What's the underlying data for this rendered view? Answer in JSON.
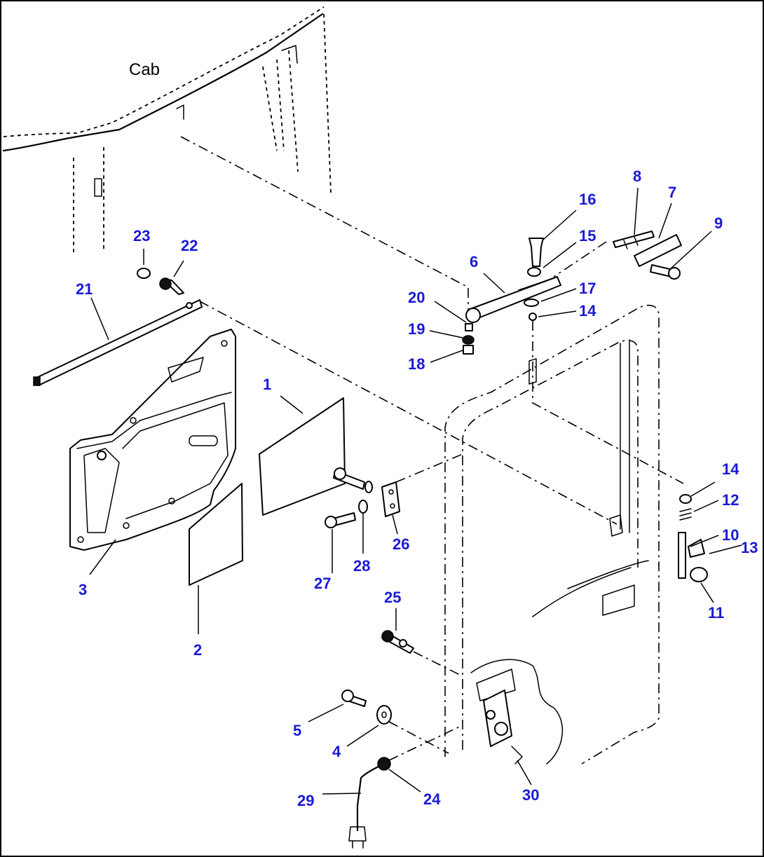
{
  "title": "Cab",
  "accent_color": "#1a1ad6",
  "labels": [
    "1",
    "2",
    "3",
    "4",
    "5",
    "6",
    "7",
    "8",
    "9",
    "10",
    "11",
    "12",
    "13",
    "14",
    "14",
    "15",
    "16",
    "17",
    "18",
    "19",
    "20",
    "21",
    "22",
    "23",
    "24",
    "25",
    "26",
    "27",
    "28",
    "29",
    "30"
  ]
}
